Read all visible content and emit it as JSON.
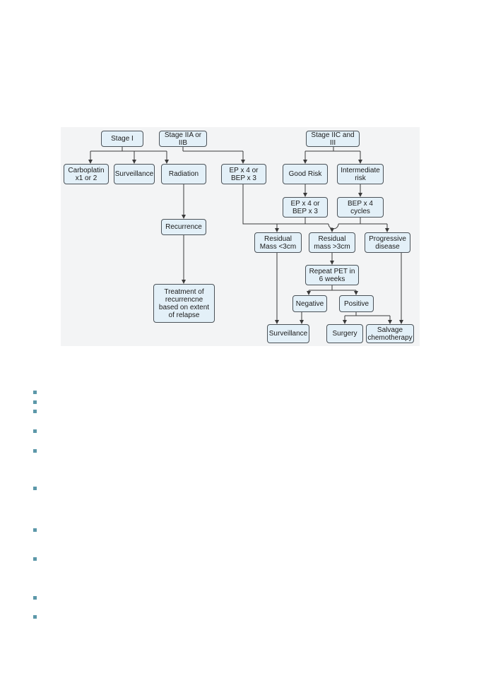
{
  "diagram": {
    "nodes": {
      "stage1": "Stage I",
      "stage2": "Stage IIA or IIB",
      "stage3": "Stage IIC and III",
      "carboplatin": "Carboplatin x1 or 2",
      "surveillance_1": "Surveillance",
      "radiation": "Radiation",
      "ep_bep_1": "EP x 4 or BEP x 3",
      "good_risk": "Good Risk",
      "intermediate_risk": "Intermediate risk",
      "ep_bep_2": "EP x 4 or BEP x 3",
      "bep4": "BEP x 4 cycles",
      "recurrence": "Recurrence",
      "residual_small": "Residual Mass <3cm",
      "residual_large": "Residual mass >3cm",
      "progressive": "Progressive disease",
      "repeat_pet": "Repeat PET in 6 weeks",
      "negative": "Negative",
      "positive": "Positive",
      "treatment_recurrence": "Treatment of recurrencne based on extent of relapse",
      "surveillance_2": "Surveillance",
      "surgery": "Surgery",
      "salvage": "Salvage chemotherapy"
    }
  },
  "bullet_list": {
    "count": 10
  }
}
